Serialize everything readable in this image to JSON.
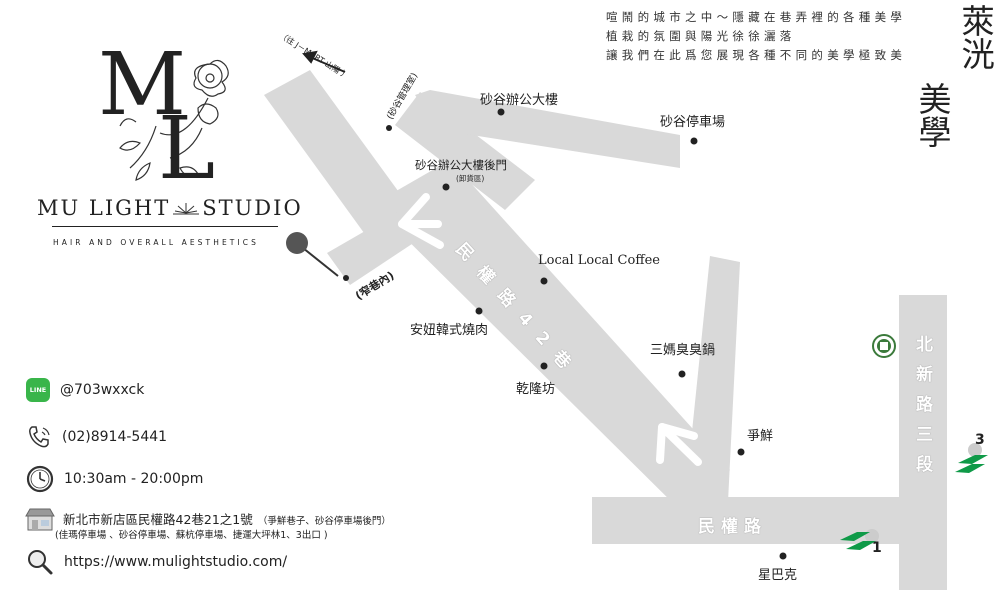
{
  "tagline": [
    "喧鬧的城市之中～隱藏在巷弄裡的各種美學",
    "植栽的氛圍與陽光徐徐灑落",
    "讓我們在此爲您展現各種不同的美學極致美"
  ],
  "title_col1": "萊洸",
  "title_col2": "美學",
  "brand": {
    "monogram_top": "M",
    "monogram_bottom": "L",
    "name_left": "MU LIGHT",
    "name_right": "STUDIO",
    "subtitle": "HAIR AND OVERALL AESTHETICS"
  },
  "map": {
    "mart_note": "（往 J－MART 山陽 ）",
    "alley_note": "(砂谷管理室)",
    "inner_alley": "(窄巷內)",
    "road_minquan_42": "民權路42巷",
    "road_minquan": "民權路",
    "road_beixin": "北新路三段",
    "pois": [
      {
        "name": "砂谷辦公大樓"
      },
      {
        "name": "砂谷停車場"
      },
      {
        "name": "砂谷辦公大樓後門"
      },
      {
        "name": "Local Local Coffee"
      },
      {
        "name": "安妞韓式燒肉"
      },
      {
        "name": "三媽臭臭鍋"
      },
      {
        "name": "乾隆坊"
      },
      {
        "name": "爭鮮"
      },
      {
        "name": "星巴克"
      }
    ],
    "back_door_note": "(卸貨區)",
    "exits": [
      {
        "num": "3"
      },
      {
        "num": "1"
      }
    ]
  },
  "contact": {
    "line_icon_text": "LINE",
    "line": "@703wxxck",
    "phone": "(02)8914-5441",
    "hours": "10:30am - 20:00pm",
    "address": "新北市新店區民權路42巷21之1號",
    "address_note": "（爭鮮巷子、砂谷停車場後門）",
    "parking": "(佳瑪停車場 、砂谷停車場、蘇杭停車場、捷運大坪林1、3出口 )",
    "website": "https://www.mulightstudio.com/"
  },
  "colors": {
    "road": "#d9d9d9",
    "text": "#222222",
    "line_green": "#39b54a",
    "mrt_green": "#0f9a48"
  }
}
